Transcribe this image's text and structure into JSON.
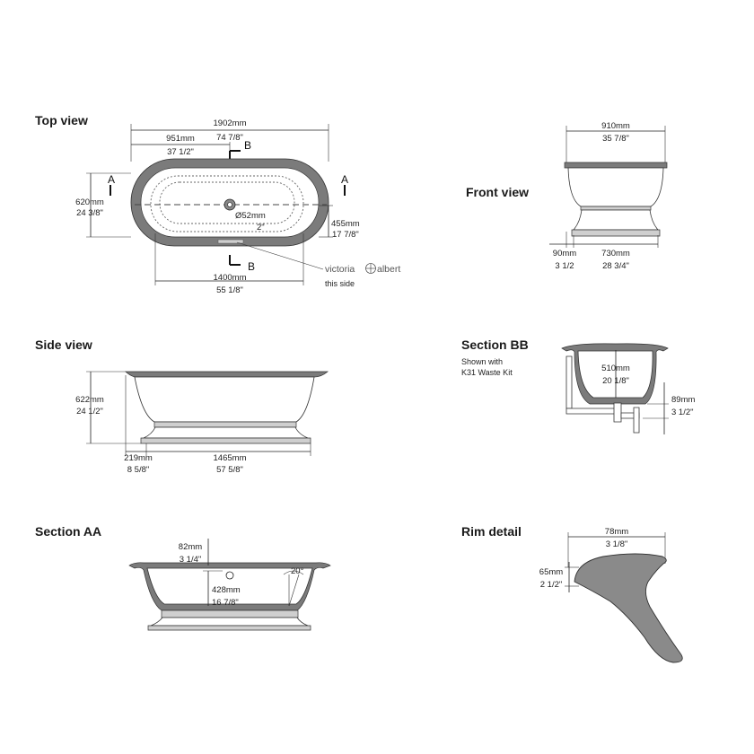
{
  "views": {
    "top": {
      "title": "Top view",
      "dims": {
        "overall_mm": "1902mm",
        "overall_in": "74 7/8\"",
        "half_mm": "951mm",
        "half_in": "37 1/2\"",
        "width_mm": "620mm",
        "width_in": "24 3/8\"",
        "inner_mm": "455mm",
        "inner_in": "17 7/8\"",
        "waste_mm": "Ø52mm",
        "waste_in": "2\"",
        "base_mm": "1400mm",
        "base_in": "55 1/8\""
      },
      "section_a": "A",
      "section_b": "B",
      "logo_left": "victoria",
      "logo_right": "albert",
      "logo_note": "this side"
    },
    "front": {
      "title": "Front view",
      "dims": {
        "width_mm": "910mm",
        "width_in": "35 7/8\"",
        "offset_mm": "90mm",
        "offset_in": "3 1/2",
        "base_mm": "730mm",
        "base_in": "28 3/4\""
      }
    },
    "side": {
      "title": "Side view",
      "dims": {
        "height_mm": "622mm",
        "height_in": "24 1/2\"",
        "offset_mm": "219mm",
        "offset_in": "8 5/8\"",
        "base_mm": "1465mm",
        "base_in": "57 5/8\""
      }
    },
    "section_bb": {
      "title": "Section BB",
      "note_line1": "Shown with",
      "note_line2": "K31 Waste Kit",
      "dims": {
        "depth_mm": "510mm",
        "depth_in": "20 1/8\"",
        "waste_mm": "89mm",
        "waste_in": "3 1/2\""
      }
    },
    "section_aa": {
      "title": "Section AA",
      "dims": {
        "rim_mm": "82mm",
        "rim_in": "3 1/4\"",
        "depth_mm": "428mm",
        "depth_in": "16 7/8\"",
        "angle": "20°"
      }
    },
    "rim": {
      "title": "Rim detail",
      "dims": {
        "width_mm": "78mm",
        "width_in": "3 1/8\"",
        "height_mm": "65mm",
        "height_in": "2 1/2\""
      }
    }
  }
}
